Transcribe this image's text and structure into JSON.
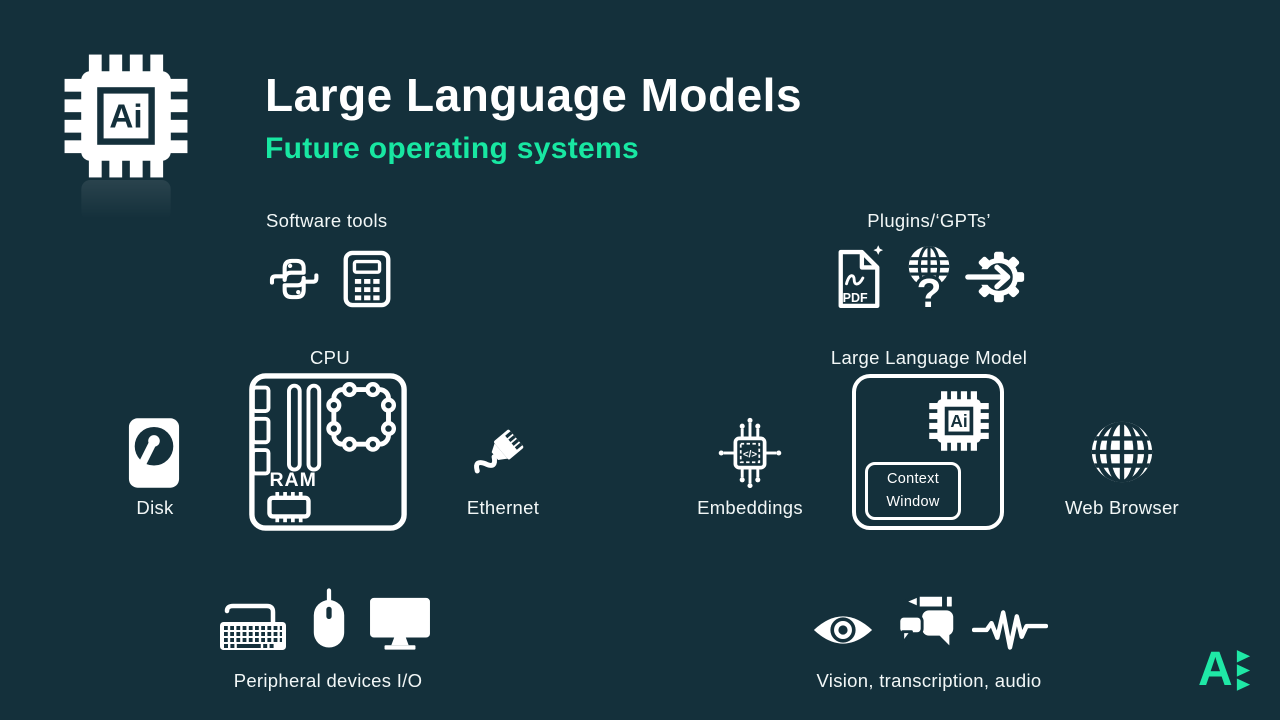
{
  "colors": {
    "background": "#14303b",
    "accent": "#18e7a2",
    "icon": "#ffffff"
  },
  "header": {
    "title": "Large Language Models",
    "subtitle": "Future operating systems",
    "logo_chip_text": "Ai"
  },
  "computer": {
    "software_tools_label": "Software tools",
    "software_tools_icons": [
      "python-icon",
      "calculator-icon"
    ],
    "cpu_label": "CPU",
    "motherboard": {
      "ram_label": "RAM"
    },
    "disk_label": "Disk",
    "ethernet_label": "Ethernet",
    "peripherals_label": "Peripheral devices I/O",
    "peripherals_icons": [
      "keyboard-icon",
      "mouse-icon",
      "monitor-icon"
    ]
  },
  "llm": {
    "plugins_label": "Plugins/‘GPTs’",
    "plugins_icons": [
      "pdf-icon",
      "globe-question-icon",
      "gear-arrow-icon"
    ],
    "pdf_badge_text": "PDF",
    "llm_label": "Large Language Model",
    "chip_text": "Ai",
    "context_window": {
      "line1": "Context",
      "line2": "Window"
    },
    "embeddings_label": "Embeddings",
    "embeddings_chip_text": "</>",
    "web_browser_label": "Web Browser",
    "modalities_label": "Vision, transcription, audio",
    "modalities_icons": [
      "eye-icon",
      "chat-pencil-icon",
      "waveform-icon"
    ]
  },
  "footer": {
    "brand_letter": "A"
  }
}
